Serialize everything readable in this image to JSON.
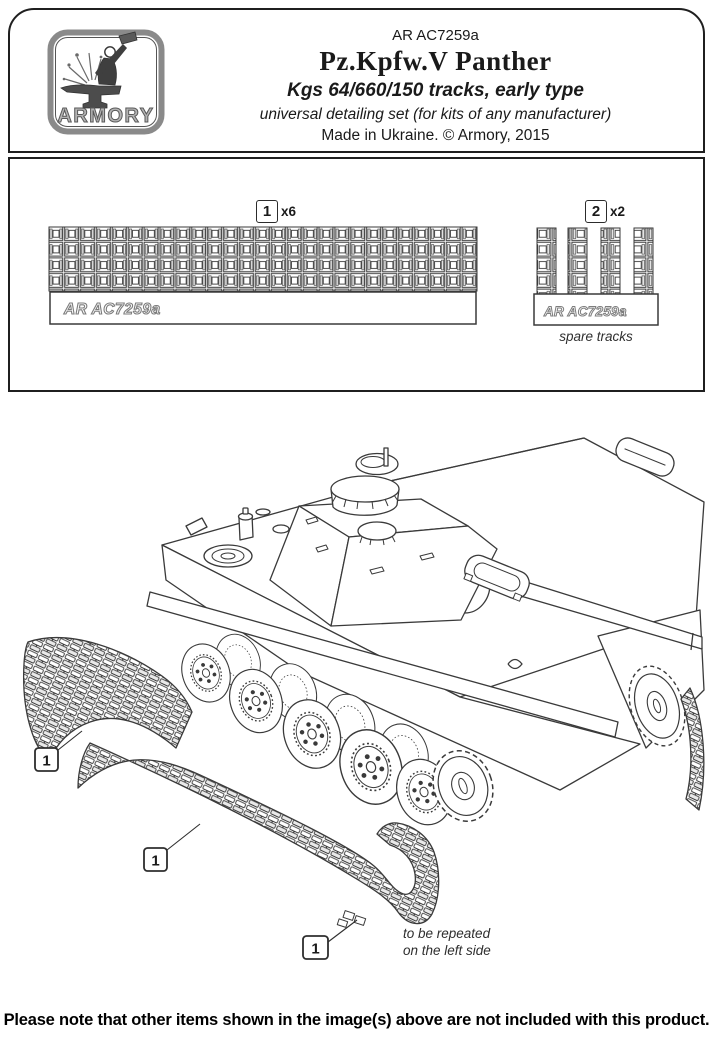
{
  "header": {
    "logo_wordmark": "ARMORY",
    "product_code": "AR AC7259a",
    "title": "Pz.Kpfw.V Panther",
    "subtitle": "Kgs 64/660/150 tracks, early type",
    "description": "universal detailing set (for kits of any manufacturer)",
    "origin": "Made in Ukraine. © Armory, 2015"
  },
  "parts": {
    "part1": {
      "number": "1",
      "quantity": "x6",
      "sprue_label": "AR AC7259a"
    },
    "part2": {
      "number": "2",
      "quantity": "x2",
      "sprue_label": "AR AC7259a",
      "caption": "spare tracks"
    }
  },
  "assembly": {
    "callout_number": "1",
    "note_line1": "to be repeated",
    "note_line2": "on the left side"
  },
  "footer": {
    "disclaimer": "Please note that other items shown in the image(s) above are not included with this product."
  },
  "colors": {
    "ink": "#1a1a1a",
    "line": "#3a3a3a",
    "logo_gray": "#8a8a8a"
  }
}
